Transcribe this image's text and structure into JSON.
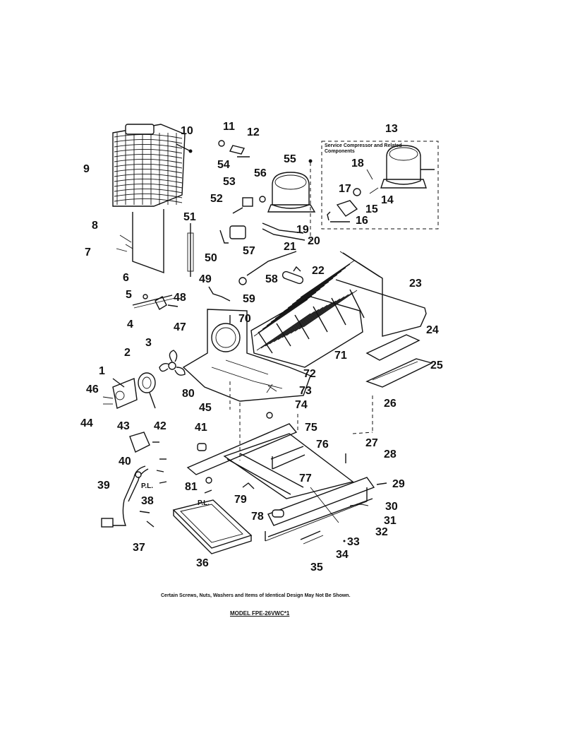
{
  "diagram": {
    "box_title": "Service Compressor and Related Components",
    "footnote": "Certain Screws, Nuts, Washers and Items of Identical Design May Not Be Shown.",
    "model": "MODEL FPE-26VWC*1",
    "pl_label_1": "P.L.",
    "pl_label_2": "P.L.",
    "parts": [
      {
        "id": "p1",
        "label": "1"
      },
      {
        "id": "p2",
        "label": "2"
      },
      {
        "id": "p3",
        "label": "3"
      },
      {
        "id": "p4",
        "label": "4"
      },
      {
        "id": "p5",
        "label": "5"
      },
      {
        "id": "p6",
        "label": "6"
      },
      {
        "id": "p7",
        "label": "7"
      },
      {
        "id": "p8",
        "label": "8"
      },
      {
        "id": "p9",
        "label": "9"
      },
      {
        "id": "p10",
        "label": "10"
      },
      {
        "id": "p11",
        "label": "11"
      },
      {
        "id": "p12",
        "label": "12"
      },
      {
        "id": "p13",
        "label": "13"
      },
      {
        "id": "p14",
        "label": "14"
      },
      {
        "id": "p15",
        "label": "15"
      },
      {
        "id": "p16",
        "label": "16"
      },
      {
        "id": "p17",
        "label": "17"
      },
      {
        "id": "p18",
        "label": "18"
      },
      {
        "id": "p19",
        "label": "19"
      },
      {
        "id": "p20",
        "label": "20"
      },
      {
        "id": "p21",
        "label": "21"
      },
      {
        "id": "p22",
        "label": "22"
      },
      {
        "id": "p23",
        "label": "23"
      },
      {
        "id": "p24",
        "label": "24"
      },
      {
        "id": "p25",
        "label": "25"
      },
      {
        "id": "p26",
        "label": "26"
      },
      {
        "id": "p27",
        "label": "27"
      },
      {
        "id": "p28",
        "label": "28"
      },
      {
        "id": "p29",
        "label": "29"
      },
      {
        "id": "p30",
        "label": "30"
      },
      {
        "id": "p31",
        "label": "31"
      },
      {
        "id": "p32",
        "label": "32"
      },
      {
        "id": "p33",
        "label": "33"
      },
      {
        "id": "p34",
        "label": "34"
      },
      {
        "id": "p35",
        "label": "35"
      },
      {
        "id": "p36",
        "label": "36"
      },
      {
        "id": "p37",
        "label": "37"
      },
      {
        "id": "p38",
        "label": "38"
      },
      {
        "id": "p39",
        "label": "39"
      },
      {
        "id": "p40",
        "label": "40"
      },
      {
        "id": "p41",
        "label": "41"
      },
      {
        "id": "p42",
        "label": "42"
      },
      {
        "id": "p43",
        "label": "43"
      },
      {
        "id": "p44",
        "label": "44"
      },
      {
        "id": "p45",
        "label": "45"
      },
      {
        "id": "p46",
        "label": "46"
      },
      {
        "id": "p47",
        "label": "47"
      },
      {
        "id": "p48",
        "label": "48"
      },
      {
        "id": "p49",
        "label": "49"
      },
      {
        "id": "p50",
        "label": "50"
      },
      {
        "id": "p51",
        "label": "51"
      },
      {
        "id": "p52",
        "label": "52"
      },
      {
        "id": "p53",
        "label": "53"
      },
      {
        "id": "p54",
        "label": "54"
      },
      {
        "id": "p55",
        "label": "55"
      },
      {
        "id": "p56",
        "label": "56"
      },
      {
        "id": "p57",
        "label": "57"
      },
      {
        "id": "p58",
        "label": "58"
      },
      {
        "id": "p59",
        "label": "59"
      },
      {
        "id": "p70",
        "label": "70"
      },
      {
        "id": "p71",
        "label": "71"
      },
      {
        "id": "p72",
        "label": "72"
      },
      {
        "id": "p73",
        "label": "73"
      },
      {
        "id": "p74",
        "label": "74"
      },
      {
        "id": "p75",
        "label": "75"
      },
      {
        "id": "p76",
        "label": "76"
      },
      {
        "id": "p77",
        "label": "77"
      },
      {
        "id": "p78",
        "label": "78"
      },
      {
        "id": "p79",
        "label": "79"
      },
      {
        "id": "p80",
        "label": "80"
      },
      {
        "id": "p81",
        "label": "81"
      }
    ]
  }
}
